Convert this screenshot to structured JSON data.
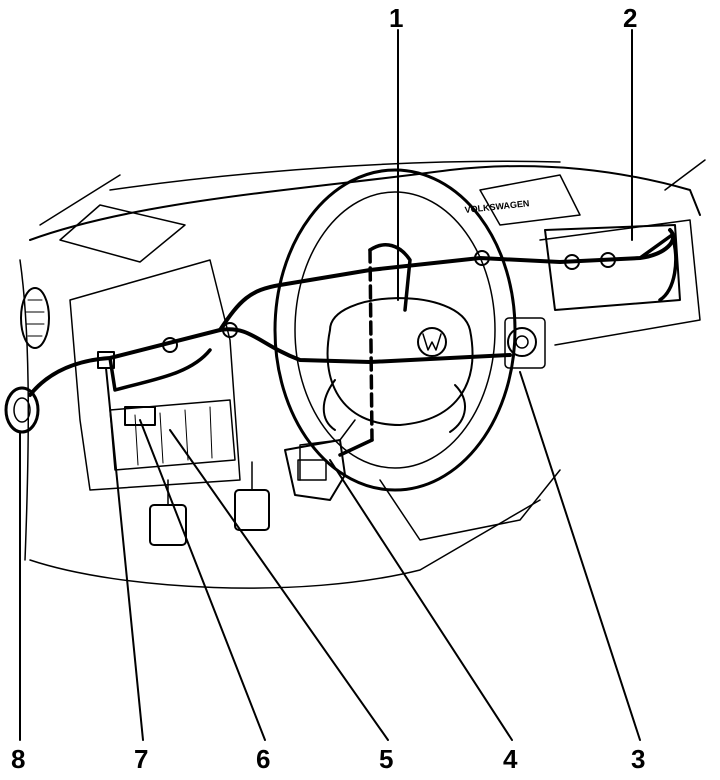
{
  "callouts": [
    {
      "id": "c1",
      "label": "1"
    },
    {
      "id": "c2",
      "label": "2"
    },
    {
      "id": "c3",
      "label": "3"
    },
    {
      "id": "c4",
      "label": "4"
    },
    {
      "id": "c5",
      "label": "5"
    },
    {
      "id": "c6",
      "label": "6"
    },
    {
      "id": "c7",
      "label": "7"
    },
    {
      "id": "c8",
      "label": "8"
    }
  ],
  "emblem_text": "VOLKSWAGEN",
  "colors": {
    "ink": "#000000",
    "paper": "#ffffff"
  }
}
